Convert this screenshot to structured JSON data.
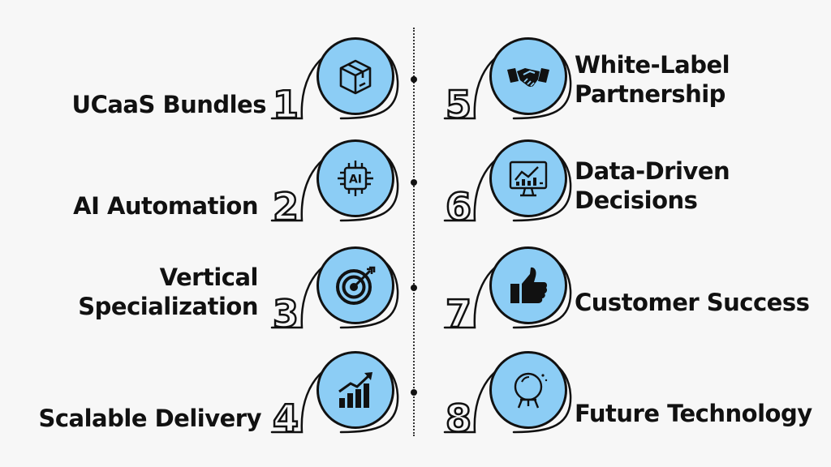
{
  "items": [
    {
      "num": "1",
      "lines": [
        "UCaaS Bundles"
      ],
      "icon": "box-icon"
    },
    {
      "num": "2",
      "lines": [
        "AI Automation"
      ],
      "icon": "ai-chip-icon"
    },
    {
      "num": "3",
      "lines": [
        "Vertical",
        "Specialization"
      ],
      "icon": "target-icon"
    },
    {
      "num": "4",
      "lines": [
        "Scalable Delivery"
      ],
      "icon": "growth-chart-icon"
    },
    {
      "num": "5",
      "lines": [
        "White-Label",
        "Partnership"
      ],
      "icon": "handshake-icon"
    },
    {
      "num": "6",
      "lines": [
        "Data-Driven",
        "Decisions"
      ],
      "icon": "monitor-analytics-icon"
    },
    {
      "num": "7",
      "lines": [
        "Customer Success"
      ],
      "icon": "thumbs-up-icon"
    },
    {
      "num": "8",
      "lines": [
        "Future Technology"
      ],
      "icon": "crystal-ball-icon"
    }
  ],
  "colors": {
    "badge": "#8ccdf5",
    "ink": "#111111",
    "background": "#f7f7f7"
  }
}
